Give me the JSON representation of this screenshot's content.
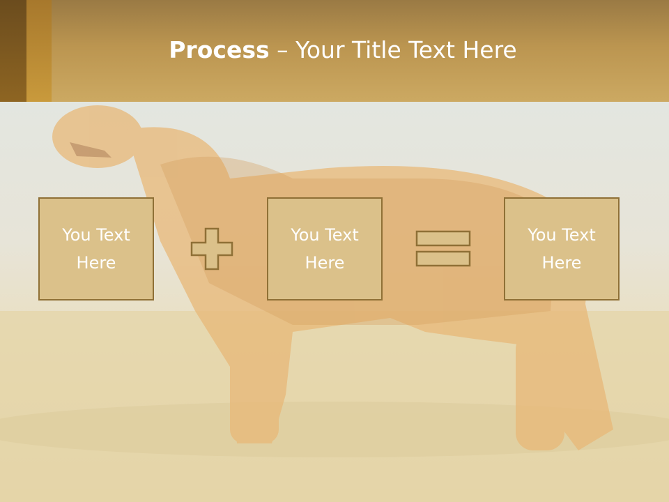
{
  "title": {
    "bold": "Process",
    "rest": " – Your Title Text Here"
  },
  "boxes": [
    {
      "text": "You Text Here"
    },
    {
      "text": "You Text Here"
    },
    {
      "text": "You Text Here"
    }
  ],
  "operators": [
    "plus-icon",
    "equals-icon"
  ],
  "colors": {
    "header": "#c9a660",
    "accent_dark": "#7a561f",
    "accent": "#c99a3c",
    "box_fill": "#dbc18a",
    "box_border": "#8f7036"
  }
}
